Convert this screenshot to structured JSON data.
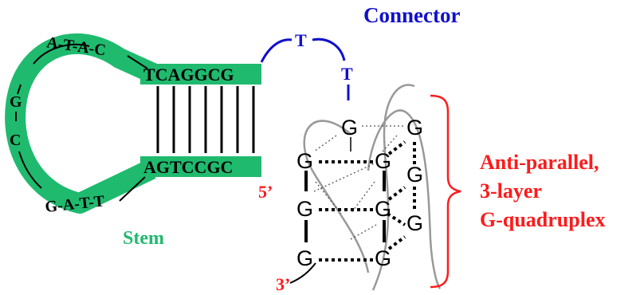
{
  "stem": {
    "label": "Stem",
    "top_strand": "TCAGGCG",
    "bottom_strand": "AGTCCGC",
    "loop_top": "A-T-A-C",
    "loop_left_1": "G",
    "loop_left_2": "C",
    "loop_bottom": "G-A-T-T",
    "five_prime": "5’",
    "color": "#1fba6e"
  },
  "connector": {
    "label": "Connector",
    "base_1": "T",
    "base_2": "T",
    "color": "#1010cc"
  },
  "quadruplex": {
    "base": "G",
    "three_prime": "3’",
    "annotation_line1": "Anti-parallel,",
    "annotation_line2": "3-layer",
    "annotation_line3": "G-quadruplex",
    "annotation_color": "#ff1a1a"
  }
}
